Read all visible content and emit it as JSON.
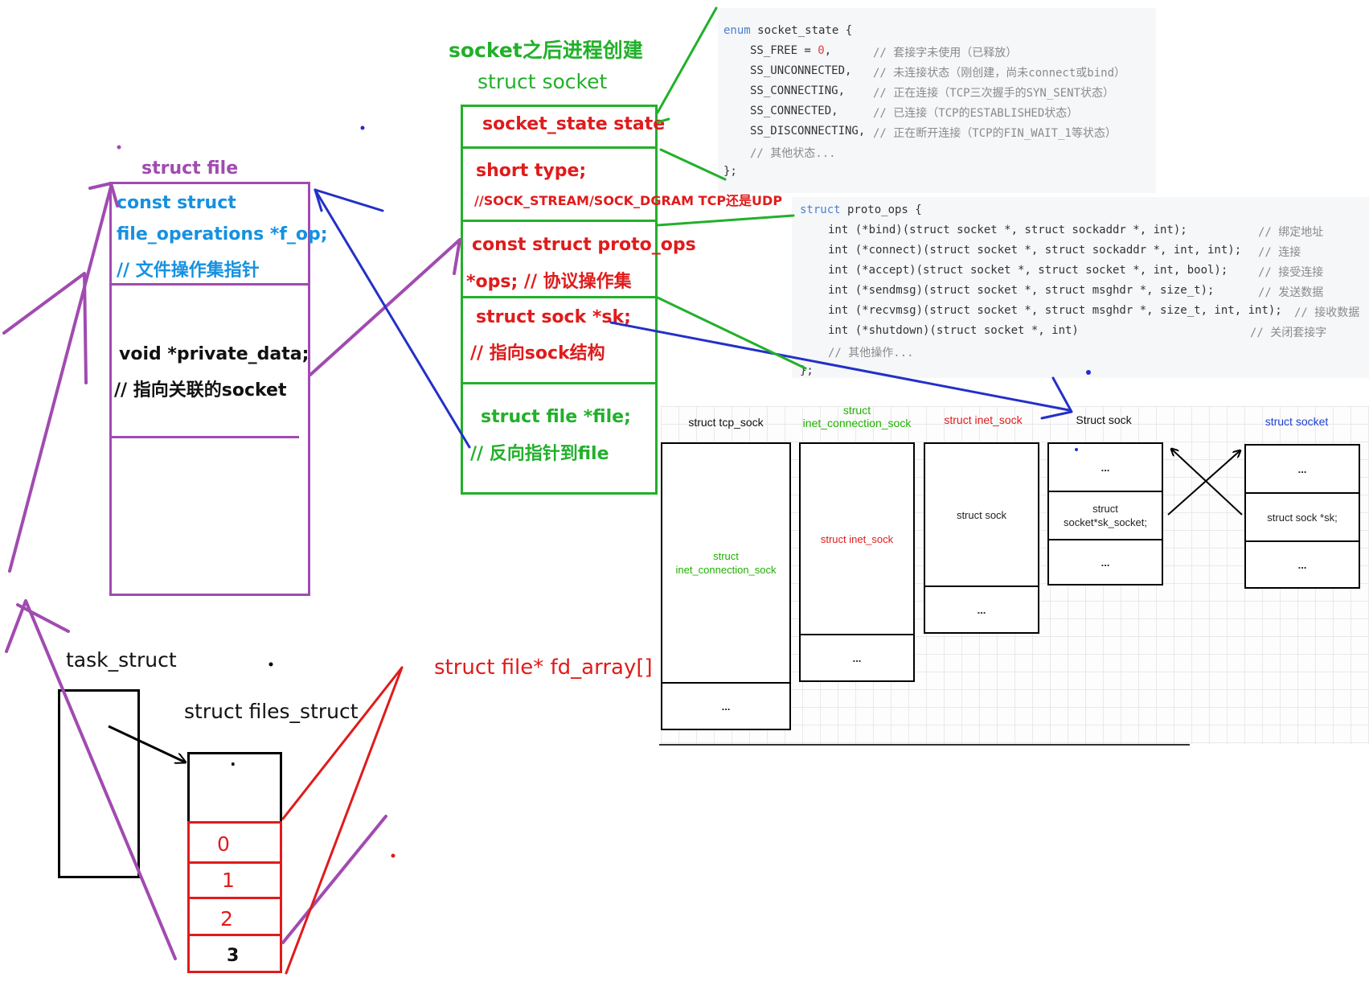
{
  "socket_section": {
    "title": "socket之后进程创建",
    "struct_name": "struct socket",
    "state": "socket_state state",
    "type_decl": "short type;",
    "type_comment": "//SOCK_STREAM/SOCK_DGRAM  TCP还是UDP",
    "ops_decl": "const struct proto_ops",
    "ops_comment": "*ops; // 协议操作集",
    "sk_decl": "struct sock *sk;",
    "sk_comment": "// 指向sock结构",
    "file_decl": "struct file *file;",
    "file_comment": "// 反向指针到file"
  },
  "file_section": {
    "title": "struct file",
    "fop_line1": "const struct",
    "fop_line2": "file_operations *f_op;",
    "fop_comment": "// 文件操作集指针",
    "private_decl": "void   *private_data;",
    "private_comment": "// 指向关联的socket"
  },
  "task_section": {
    "task_label": "task_struct",
    "files_label": "struct files_struct",
    "fd_dot": ".",
    "fd_array_label": "struct file* fd_array[]",
    "fd_entries": [
      "0",
      "1",
      "2",
      "3"
    ]
  },
  "socket_state_code": {
    "enum_kw": "enum",
    "enum_head": " socket_state {",
    "items": [
      {
        "name": "SS_FREE = ",
        "num": "0",
        "tail": ",",
        "comment": "// 套接字未使用（已释放）"
      },
      {
        "name": "SS_UNCONNECTED,",
        "num": "",
        "tail": "",
        "comment": "// 未连接状态（刚创建，尚未connect或bind）"
      },
      {
        "name": "SS_CONNECTING,",
        "num": "",
        "tail": "",
        "comment": "// 正在连接（TCP三次握手的SYN_SENT状态）"
      },
      {
        "name": "SS_CONNECTED,",
        "num": "",
        "tail": "",
        "comment": "// 已连接（TCP的ESTABLISHED状态）"
      },
      {
        "name": "SS_DISCONNECTING,",
        "num": "",
        "tail": "",
        "comment": "// 正在断开连接（TCP的FIN_WAIT_1等状态）"
      }
    ],
    "other": "// 其他状态...",
    "close": "};"
  },
  "proto_ops_code": {
    "struct_kw": "struct",
    "head": " proto_ops {",
    "lines": [
      {
        "code": "int (*bind)(struct socket *, struct sockaddr *, int);",
        "comment": "// 绑定地址"
      },
      {
        "code": "int (*connect)(struct socket *, struct sockaddr *, int, int);",
        "comment": "// 连接"
      },
      {
        "code": "int (*accept)(struct socket *, struct socket *, int, bool);",
        "comment": "// 接受连接"
      },
      {
        "code": "int (*sendmsg)(struct socket *, struct msghdr *, size_t);",
        "comment": "// 发送数据"
      },
      {
        "code": "int (*recvmsg)(struct socket *, struct msghdr *, size_t, int, int);",
        "comment": "// 接收数据"
      },
      {
        "code": "int (*shutdown)(struct socket *, int)",
        "comment": "// 关闭套接字"
      }
    ],
    "other": "// 其他操作...",
    "close": "};"
  },
  "sock_hierarchy": {
    "tcp_label": "struct tcp_sock",
    "icsk_label_1": "struct",
    "icsk_label_2": "inet_connection_sock",
    "inet_label": "struct inet_sock",
    "sock_label": "Struct sock",
    "socket_label": "struct socket",
    "tcp_inner_1": "struct",
    "tcp_inner_2": "inet_connection_sock",
    "tcp_dots": "...",
    "icsk_inner": "struct inet_sock",
    "icsk_dots": "...",
    "inet_inner": "struct sock",
    "inet_dots": "...",
    "sock_dots_top": "...",
    "sock_inner_1": "struct",
    "sock_inner_2": "socket*sk_socket;",
    "sock_dots_bottom": "...",
    "socket_dots_top": "...",
    "socket_inner": "struct sock *sk;",
    "socket_dots_bottom": "..."
  },
  "colors": {
    "green": "#22b02a",
    "purple": "#a14bb0",
    "red": "#e01b1b",
    "blue": "#1591e0",
    "navy": "#2330c8"
  }
}
